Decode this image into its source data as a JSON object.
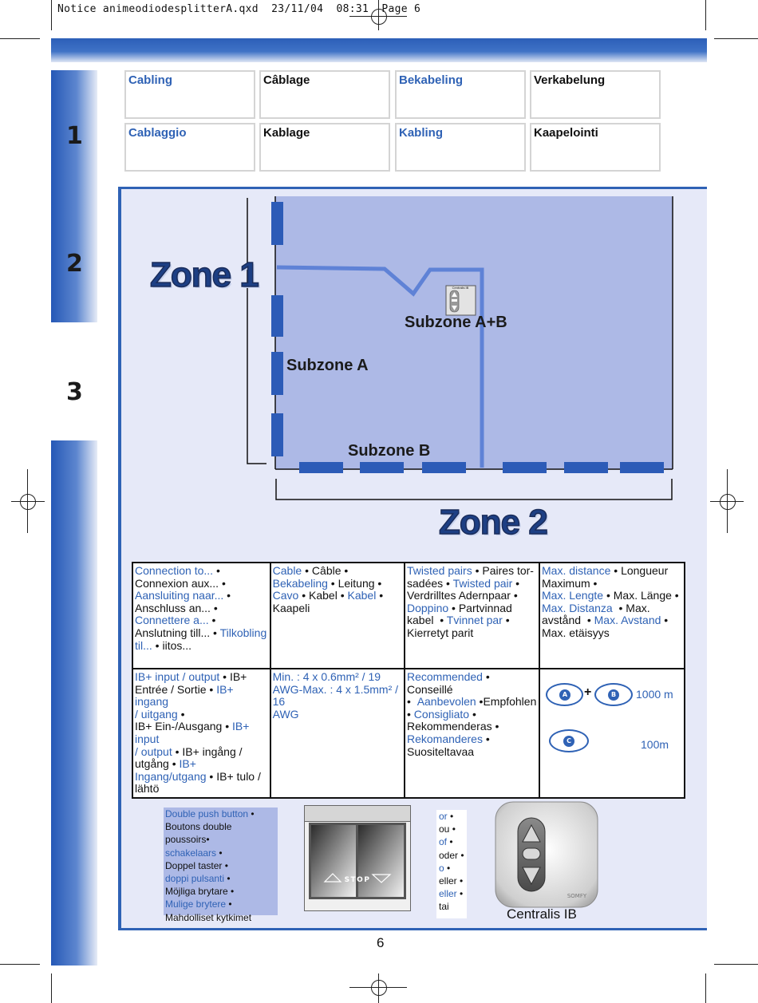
{
  "header": {
    "file_line": "Notice animeodiodesplitterA.qxd  23/11/04  08:31  Page 6"
  },
  "side_numbers": [
    "1",
    "2",
    "3"
  ],
  "title_grid": [
    {
      "text": "Cabling",
      "color": "blue"
    },
    {
      "text": "Câblage",
      "color": "dark"
    },
    {
      "text": "Bekabeling",
      "color": "blue"
    },
    {
      "text": "Verkabelung",
      "color": "dark"
    },
    {
      "text": "Cablaggio",
      "color": "blue"
    },
    {
      "text": "Kablage",
      "color": "dark"
    },
    {
      "text": "Kabling",
      "color": "blue"
    },
    {
      "text": "Kaapelointi",
      "color": "dark"
    }
  ],
  "diagram": {
    "zone1": "Zone 1",
    "zone2": "Zone 2",
    "subzone_ab": "Subzone A+B",
    "subzone_a": "Subzone A",
    "subzone_b": "Subzone B",
    "device_label": "Centralis IB"
  },
  "table": {
    "connection": {
      "blue": [
        "Connection to...",
        "Aansluiting naar...",
        "Connettere a...",
        "Tilkobling til..."
      ],
      "dark": [
        "Connexion aux...",
        "Anschluss an...",
        "Anslutning till...",
        "iitos..."
      ]
    },
    "cable": {
      "blue": [
        "Cable",
        "Bekabeling",
        "Cavo",
        "Kabel"
      ],
      "dark": [
        "Câble",
        "Leitung",
        "Kabel",
        "Kaapeli"
      ]
    },
    "twisted": {
      "blue": [
        "Twisted pairs",
        "Twisted pair",
        "Doppino",
        "Tvinnet par"
      ],
      "dark": [
        "Paires tor-",
        "sadées",
        "Verdrilltes Adernpaar",
        "Partvinnad",
        "kabel",
        "Kierretyt parit"
      ]
    },
    "maxdist": {
      "blue": [
        "Max. distance",
        "Max. Lengte",
        "Max. Distanza",
        "Max. Avstand"
      ],
      "dark": [
        "Longueur",
        "Maximum",
        "Max. Länge",
        "Max.",
        "avstånd",
        "Max. etäisyys"
      ]
    },
    "ib": {
      "blue": [
        "IB+ input / output",
        "IB+ ingang",
        "/ uitgang",
        "IB+ input",
        "/ output",
        "IB+",
        "Ingang/utgang"
      ],
      "dark": [
        "IB+",
        "Entrée / Sortie",
        "IB+ Ein-/Ausgang",
        "IB+ ingång /",
        "utgång",
        "IB+ tulo /",
        "lähtö"
      ]
    },
    "spec": {
      "line1": "Min. : 4 x 0.6mm² / 19",
      "line2": "AWG-Max. : 4 x 1.5mm² / 16",
      "line3": "AWG"
    },
    "recommended": {
      "blue": [
        "Recommended",
        "Aanbevolen",
        "Consigliato",
        "Rekomanderes"
      ],
      "dark": [
        "Conseillé",
        "Empfohlen",
        "Rekommenderas",
        "Suositeltavaa"
      ]
    },
    "distances": {
      "a": "A",
      "b": "B",
      "c": "C",
      "plus": "+",
      "ab_value": "1000 m",
      "c_value": "100m"
    }
  },
  "legend": {
    "switch": [
      {
        "t": "Double push button",
        "c": "blue"
      },
      {
        "t": "Boutons double poussoirs",
        "c": "dark"
      },
      {
        "t": "schakelaars",
        "c": "blue"
      },
      {
        "t": "Doppel taster",
        "c": "dark"
      },
      {
        "t": "doppi pulsanti",
        "c": "blue"
      },
      {
        "t": "Möjliga brytare",
        "c": "dark"
      },
      {
        "t": "Mulige brytere",
        "c": "blue"
      },
      {
        "t": "Mahdolliset kytkimet",
        "c": "dark"
      }
    ],
    "or": [
      {
        "t": "or",
        "c": "blue"
      },
      {
        "t": "ou",
        "c": "dark"
      },
      {
        "t": "of",
        "c": "blue"
      },
      {
        "t": "oder",
        "c": "dark"
      },
      {
        "t": "o",
        "c": "blue"
      },
      {
        "t": "eller",
        "c": "dark"
      },
      {
        "t": "eller",
        "c": "blue"
      },
      {
        "t": "tai",
        "c": "dark"
      }
    ],
    "stop_label": "STOP",
    "centralis_caption": "Centralis IB",
    "somfy_logo": "SOMFY"
  },
  "page_number": "6",
  "colors": {
    "accent": "#2f62b5",
    "panel_bg": "#e6e9f8",
    "room_fill": "#adb9e6",
    "marker": "#2c5bb7"
  }
}
